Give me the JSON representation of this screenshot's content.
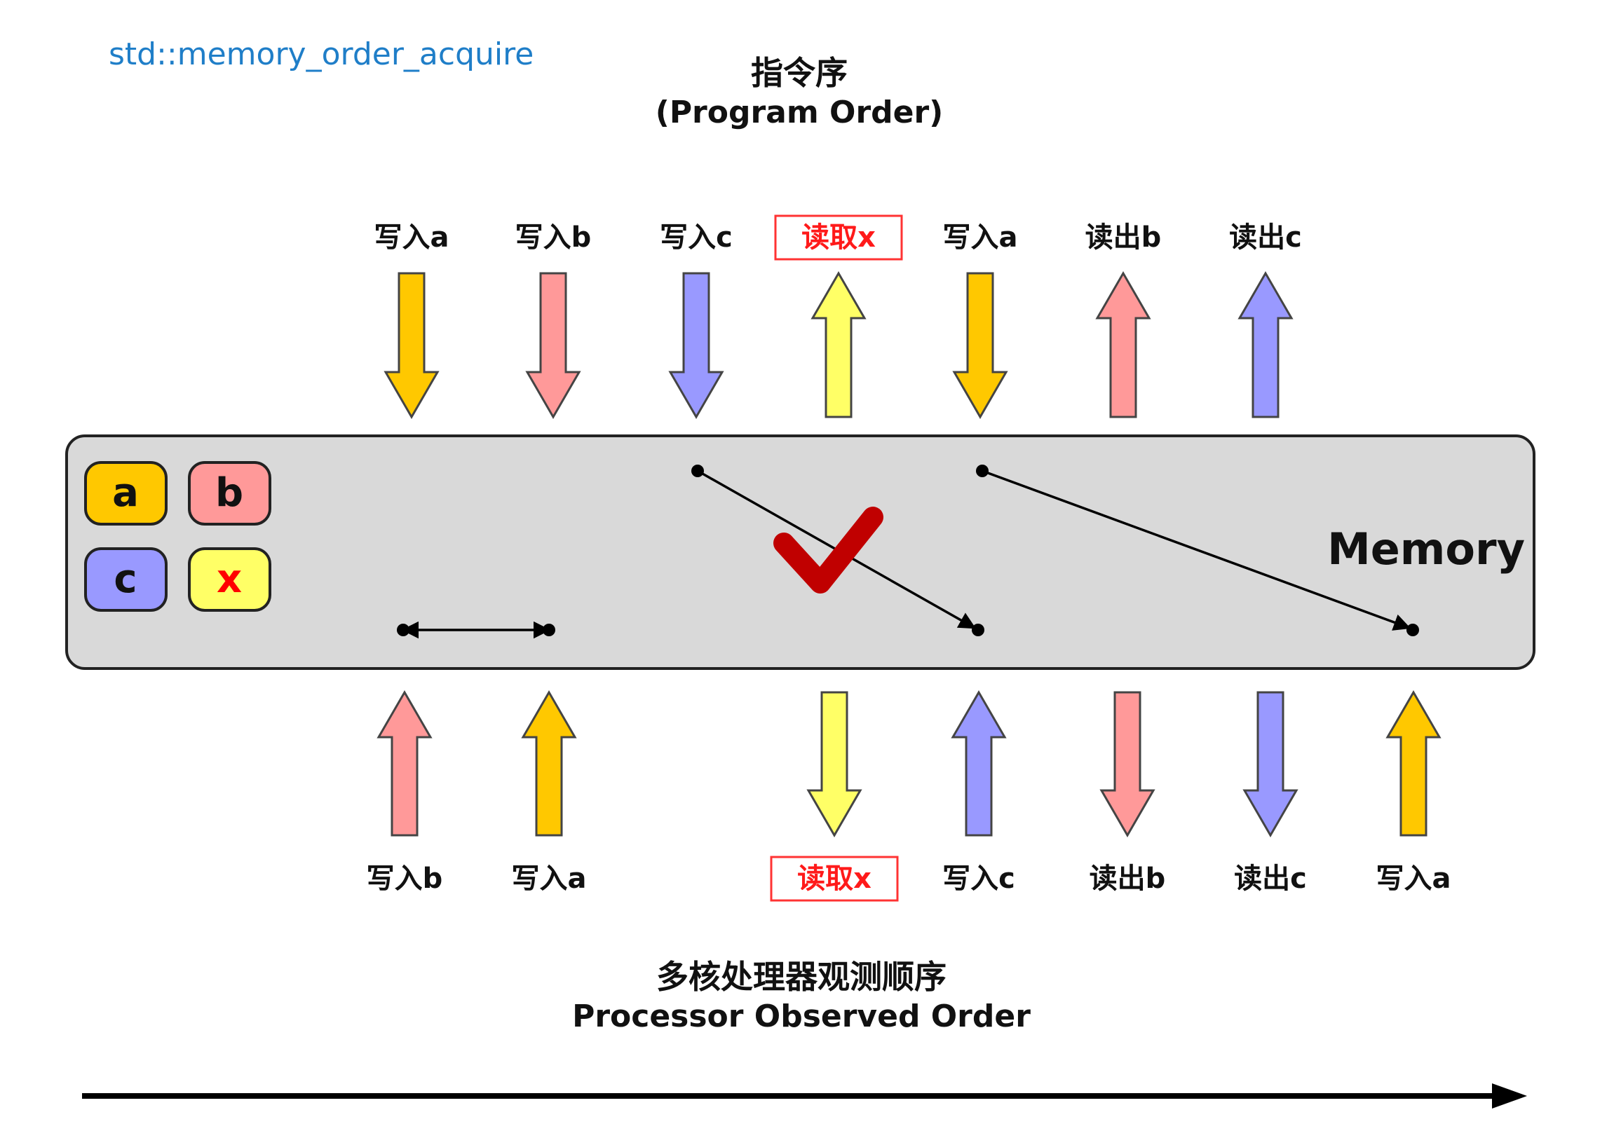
{
  "title": "std::memory_order_acquire",
  "program_order": {
    "title_cn": "指令序",
    "title_en": "(Program Order)",
    "ops": [
      {
        "label": "写入a",
        "direction": "down",
        "color": "#ffc800",
        "boxed": false
      },
      {
        "label": "写入b",
        "direction": "down",
        "color": "#ff9999",
        "boxed": false
      },
      {
        "label": "写入c",
        "direction": "down",
        "color": "#9999ff",
        "boxed": false
      },
      {
        "label": "读取x",
        "direction": "up",
        "color": "#ffff66",
        "boxed": true
      },
      {
        "label": "写入a",
        "direction": "down",
        "color": "#ffc800",
        "boxed": false
      },
      {
        "label": "读出b",
        "direction": "up",
        "color": "#ff9999",
        "boxed": false
      },
      {
        "label": "读出c",
        "direction": "up",
        "color": "#9999ff",
        "boxed": false
      }
    ]
  },
  "memory": {
    "label": "Memory",
    "variables": [
      {
        "name": "a",
        "color": "#ffc800",
        "text_color": "#111111"
      },
      {
        "name": "b",
        "color": "#ff9999",
        "text_color": "#111111"
      },
      {
        "name": "c",
        "color": "#9999ff",
        "text_color": "#111111"
      },
      {
        "name": "x",
        "color": "#ffff66",
        "text_color": "#ff0000"
      }
    ],
    "check_color": "#c00000"
  },
  "observed_order": {
    "title_cn": "多核处理器观测顺序",
    "title_en": "Processor Observed Order",
    "ops": [
      {
        "label": "写入b",
        "direction": "up",
        "color": "#ff9999",
        "boxed": false
      },
      {
        "label": "写入a",
        "direction": "up",
        "color": "#ffc800",
        "boxed": false
      },
      {
        "label": "读取x",
        "direction": "down",
        "color": "#ffff66",
        "boxed": true
      },
      {
        "label": "写入c",
        "direction": "up",
        "color": "#9999ff",
        "boxed": false
      },
      {
        "label": "读出b",
        "direction": "down",
        "color": "#ff9999",
        "boxed": false
      },
      {
        "label": "读出c",
        "direction": "down",
        "color": "#9999ff",
        "boxed": false
      },
      {
        "label": "写入a",
        "direction": "up",
        "color": "#ffc800",
        "boxed": false
      }
    ]
  }
}
